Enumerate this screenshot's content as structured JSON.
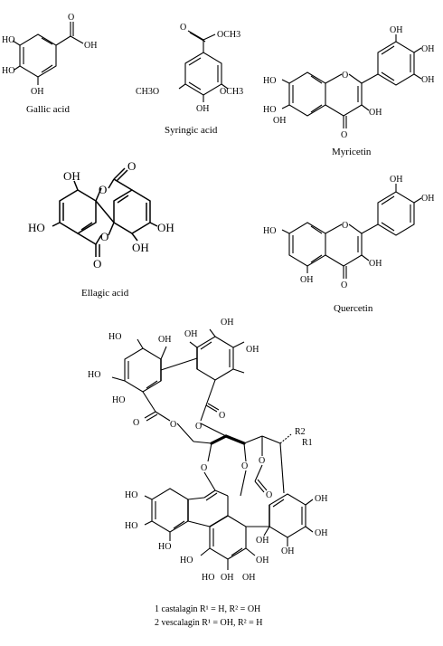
{
  "compounds": {
    "gallic": {
      "name": "Gallic acid",
      "labels": [
        "HO",
        "O",
        "OH",
        "HO",
        "OH"
      ]
    },
    "syringic": {
      "name": "Syringic acid",
      "labels": [
        "O",
        "OCH3",
        "CH3O",
        "OCH3",
        "OH"
      ]
    },
    "myricetin": {
      "name": "Myricetin",
      "labels": [
        "OH",
        "OH",
        "HO",
        "O",
        "OH",
        "HO",
        "OH",
        "OH",
        "O"
      ]
    },
    "ellagic": {
      "name": "Ellagic acid",
      "labels": [
        "O",
        "OH",
        "O",
        "HO",
        "OH",
        "O",
        "OH",
        "O"
      ]
    },
    "quercetin": {
      "name": "Quercetin",
      "labels": [
        "OH",
        "OH",
        "HO",
        "O",
        "OH",
        "OH",
        "O"
      ]
    },
    "ellagitannin": {
      "labels": [
        "HO",
        "OH",
        "OH",
        "OH",
        "OH",
        "HO",
        "HO",
        "O",
        "O",
        "O",
        "O",
        "R2",
        "R1",
        "O",
        "O",
        "O",
        "O",
        "HO",
        "OH",
        "HO",
        "OH",
        "HO",
        "OH",
        "HO",
        "OH",
        "OH",
        "HO",
        "OH",
        "OH"
      ],
      "caption_1": "1 castalagin R¹ = H, R² = OH",
      "caption_2": "2 vescalagin R¹ = OH, R² = H"
    }
  }
}
